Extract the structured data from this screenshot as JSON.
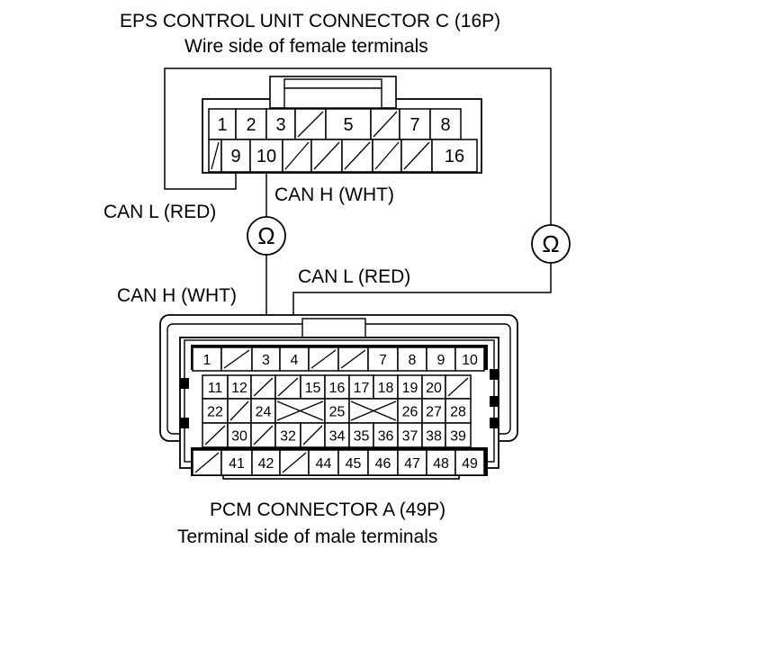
{
  "eps": {
    "title": "EPS CONTROL UNIT CONNECTOR C (16P)",
    "subtitle": "Wire side of female terminals",
    "row1": [
      "1",
      "2",
      "3",
      "",
      "5",
      "",
      "7",
      "8"
    ],
    "row2": [
      "",
      "9",
      "10",
      "",
      "",
      "",
      "",
      "",
      "16"
    ]
  },
  "pcm": {
    "title": "PCM CONNECTOR A (49P)",
    "subtitle": "Terminal side of male terminals",
    "row1": [
      "1",
      "",
      "3",
      "4",
      "",
      "",
      "7",
      "8",
      "9",
      "10"
    ],
    "row2": [
      "11",
      "12",
      "",
      "",
      "15",
      "16",
      "17",
      "18",
      "19",
      "20",
      ""
    ],
    "row3": [
      "22",
      "",
      "24",
      "X",
      "25",
      "X",
      "26",
      "27",
      "28"
    ],
    "row4": [
      "",
      "30",
      "",
      "32",
      "",
      "34",
      "35",
      "36",
      "37",
      "38",
      "39"
    ],
    "row5": [
      "",
      "41",
      "42",
      "",
      "44",
      "45",
      "46",
      "47",
      "48",
      "49"
    ]
  },
  "wires": {
    "can_l_eps": "CAN L (RED)",
    "can_h_eps": "CAN H (WHT)",
    "can_h_pcm": "CAN H (WHT)",
    "can_l_pcm": "CAN L (RED)"
  },
  "meter_symbol": "Ω"
}
